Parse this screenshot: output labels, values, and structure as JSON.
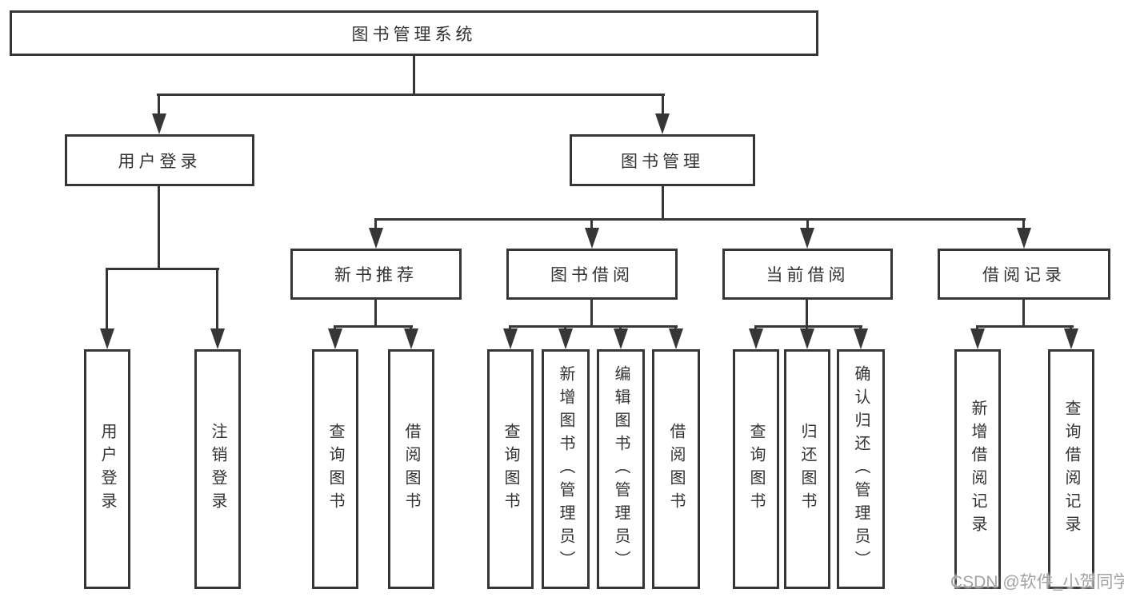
{
  "diagram_title": "图书管理系统",
  "tree": {
    "label": "图书管理系统",
    "children": [
      {
        "label": "用户登录",
        "children": [
          {
            "label": "用户登录"
          },
          {
            "label": "注销登录"
          }
        ]
      },
      {
        "label": "图书管理",
        "children": [
          {
            "label": "新书推荐",
            "children": [
              {
                "label": "查询图书"
              },
              {
                "label": "借阅图书"
              }
            ]
          },
          {
            "label": "图书借阅",
            "children": [
              {
                "label": "查询图书"
              },
              {
                "label": "新增图书（管理员）"
              },
              {
                "label": "编辑图书（管理员）"
              },
              {
                "label": "借阅图书"
              }
            ]
          },
          {
            "label": "当前借阅",
            "children": [
              {
                "label": "查询图书"
              },
              {
                "label": "归还图书"
              },
              {
                "label": "确认归还（管理员）"
              }
            ]
          },
          {
            "label": "借阅记录",
            "children": [
              {
                "label": "新增借阅记录"
              },
              {
                "label": "查询借阅记录"
              }
            ]
          }
        ]
      }
    ]
  },
  "watermark": {
    "text": "CSDN @软件_小贺同学"
  },
  "colors": {
    "line": "#363636",
    "box_border": "#363636",
    "box_background": "#ffffff",
    "text": "#333333",
    "watermark": "#a3a3a3",
    "page_background": "#ffffff"
  }
}
